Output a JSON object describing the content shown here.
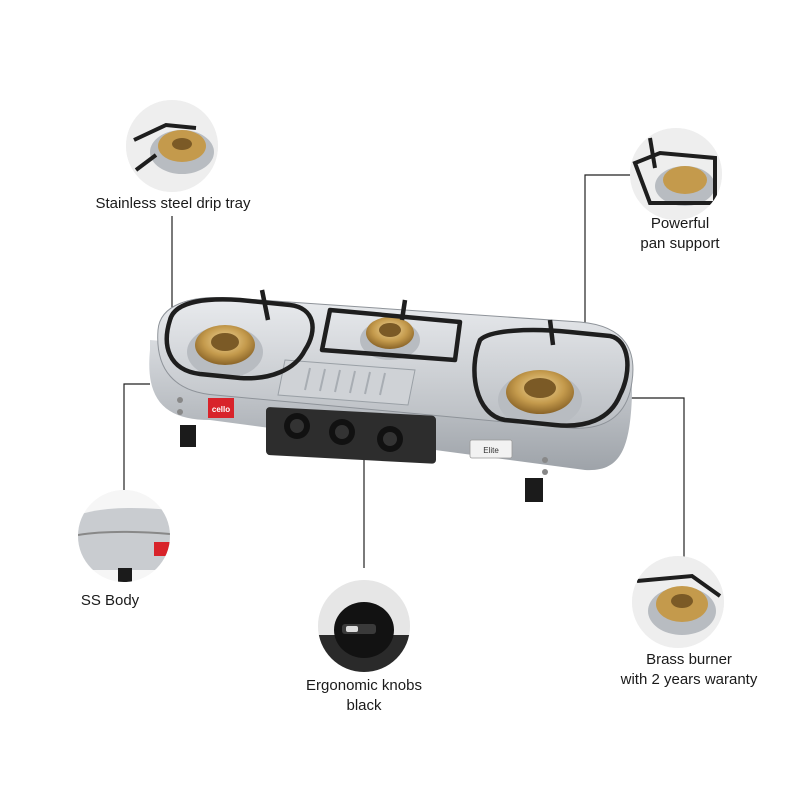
{
  "features": [
    {
      "id": "drip-tray",
      "text": "Stainless steel drip tray"
    },
    {
      "id": "pan-support",
      "lines": [
        "Powerful",
        "pan support"
      ]
    },
    {
      "id": "ss-body",
      "text": "SS Body"
    },
    {
      "id": "knobs",
      "lines": [
        "Ergonomic knobs",
        "black"
      ]
    },
    {
      "id": "brass-burner",
      "lines": [
        "Brass burner",
        "with 2 years waranty"
      ]
    }
  ],
  "product": {
    "brand_logo": "cello",
    "model_badge": "Elite"
  },
  "colors": {
    "steel": "#c9ccd0",
    "brass": "#c49a4c",
    "pan_support": "#1e1e1e",
    "logo_red": "#d8232a",
    "leader_line": "#222222"
  }
}
